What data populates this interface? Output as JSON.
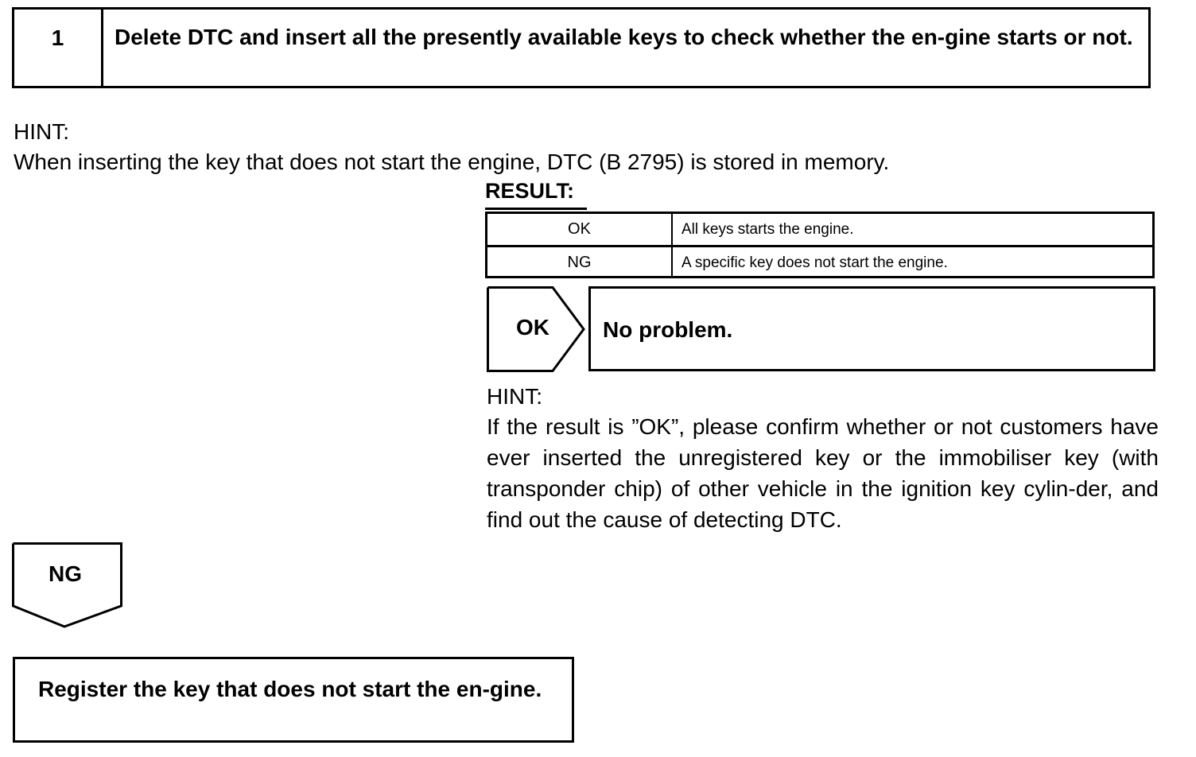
{
  "step": {
    "number": "1",
    "title": "Delete DTC and insert all the presently available keys to check whether the en-gine starts or not."
  },
  "hint1": {
    "label": "HINT:",
    "text": "When inserting the key that does not start the engine, DTC (B 2795) is stored in memory."
  },
  "result": {
    "heading": "RESULT:",
    "rows": [
      {
        "code": "OK",
        "description": "All keys starts the engine."
      },
      {
        "code": "NG",
        "description": "A specific key does not start the engine."
      }
    ]
  },
  "ok_branch": {
    "label": "OK",
    "text": "No problem."
  },
  "hint2": {
    "label": "HINT:",
    "text": "If the result is ”OK”, please confirm whether or not customers have ever inserted the unregistered key or the immobiliser key (with transponder chip) of other vehicle in the ignition key cylin-der, and find out the cause of detecting DTC."
  },
  "ng_branch": {
    "label": "NG",
    "action": "Register the key that does not start the en-gine."
  }
}
